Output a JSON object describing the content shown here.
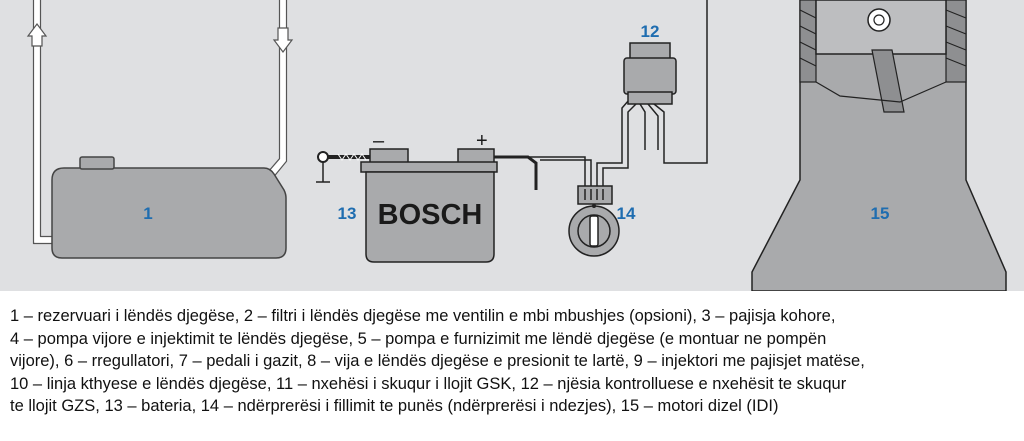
{
  "diagram": {
    "brand": "BOSCH",
    "battery_terminal_minus": "–",
    "battery_terminal_plus": "+",
    "labels": {
      "tank": "1",
      "relay": "12",
      "battery": "13",
      "switch": "14",
      "engine": "15"
    },
    "colors": {
      "background": "#dfe0e2",
      "component": "#a9aaac",
      "label": "#1f6db0",
      "outline": "#222222"
    }
  },
  "caption": {
    "lines": [
      "1 – rezervuari i lëndës djegëse, 2 – filtri i lëndës djegëse me ventilin e mbi mbushjes (opsioni), 3 – pajisja kohore,",
      "4 – pompa vijore e injektimit te lëndës djegëse, 5 – pompa e furnizimit me lëndë djegëse (e montuar ne pompën",
      "vijore), 6 – rregullatori, 7 – pedali i gazit, 8 – vija e lëndës djegëse e presionit te lartë, 9 – injektori me pajisjet matëse,",
      "10 – linja kthyese e lëndës djegëse, 11 – nxehësi i skuqur i llojit GSK, 12 – njësia kontrolluese e nxehësit te skuqur",
      "te llojit GZS, 13 – bateria, 14 – ndërprerësi i fillimit te punës (ndërprerësi i ndezjes), 15 – motori dizel (IDI)"
    ]
  }
}
